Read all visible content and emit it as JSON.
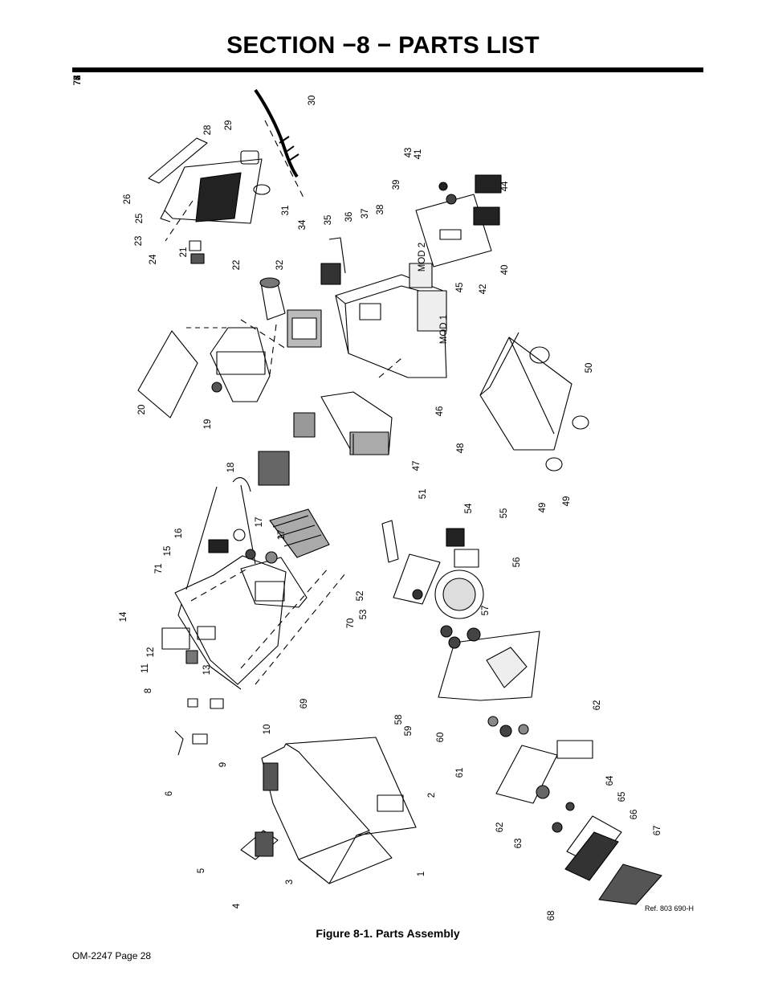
{
  "header": {
    "title": "SECTION −8 − PARTS LIST"
  },
  "figure": {
    "caption": "Figure 8-1. Parts Assembly",
    "reference": "Ref. 803 690-H",
    "module_labels": [
      "MOD 2",
      "MOD 1"
    ],
    "callouts": [
      "1",
      "2",
      "3",
      "4",
      "5",
      "6",
      "8",
      "9",
      "10",
      "11",
      "12",
      "13",
      "14",
      "15",
      "16",
      "17",
      "17",
      "18",
      "19",
      "20",
      "21",
      "22",
      "23",
      "24",
      "25",
      "26",
      "28",
      "29",
      "30",
      "31",
      "32",
      "34",
      "35",
      "36",
      "37",
      "38",
      "39",
      "40",
      "41",
      "42",
      "43",
      "44",
      "45",
      "46",
      "47",
      "48",
      "49",
      "49",
      "50",
      "51",
      "52",
      "53",
      "54",
      "55",
      "56",
      "57",
      "58",
      "59",
      "60",
      "61",
      "62",
      "62",
      "63",
      "64",
      "65",
      "66",
      "67",
      "68",
      "69",
      "70",
      "71",
      "72",
      "73",
      "74",
      "75",
      "76",
      "77"
    ]
  },
  "footer": {
    "page_label": "OM-2247 Page 28"
  }
}
